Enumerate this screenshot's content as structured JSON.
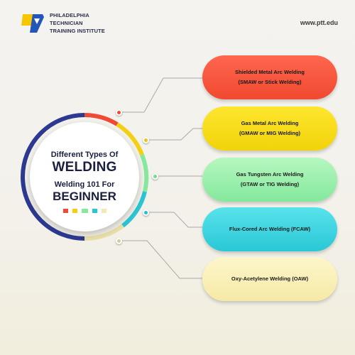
{
  "header": {
    "org_lines": [
      "PHILADELPHIA",
      "TECHNICIAN",
      "TRAINING INSTITUTE"
    ],
    "website": "www.ptt.edu",
    "logo": {
      "icon": "ptt-logo",
      "colors": [
        "#f7c600",
        "#2455b8"
      ]
    }
  },
  "center": {
    "line1": "Different Types Of",
    "line2": "WELDING",
    "line3": "Welding 101 For",
    "line4": "BEGINNER",
    "ring_colors": [
      "#ef4a36",
      "#f4d012",
      "#86e89d",
      "#2bc5d4",
      "#e9dfa8",
      "#2d3990"
    ],
    "swatches": [
      "#ef4a36",
      "#f4d012",
      "#86e89d",
      "#2bc5d4",
      "#f4e8b4"
    ]
  },
  "welding_types": [
    {
      "line1": "Shielded Metal Arc Welding",
      "line2": "(SMAW or Stick Welding)",
      "color": "#f0492f"
    },
    {
      "line1": "Gas Metal Arc Welding",
      "line2": "(GMAW or MIG Welding)",
      "color": "#f2d30a"
    },
    {
      "line1": "Gas Tungsten Arc Welding",
      "line2": "(GTAW or TIG Welding)",
      "color": "#83e89c"
    },
    {
      "line1": "Flux-Cored Arc Welding (FCAW)",
      "line2": "",
      "color": "#29c7d6"
    },
    {
      "line1": "Oxy-Acetylene Welding (OAW)",
      "line2": "",
      "color": "#f6e9a6"
    }
  ]
}
